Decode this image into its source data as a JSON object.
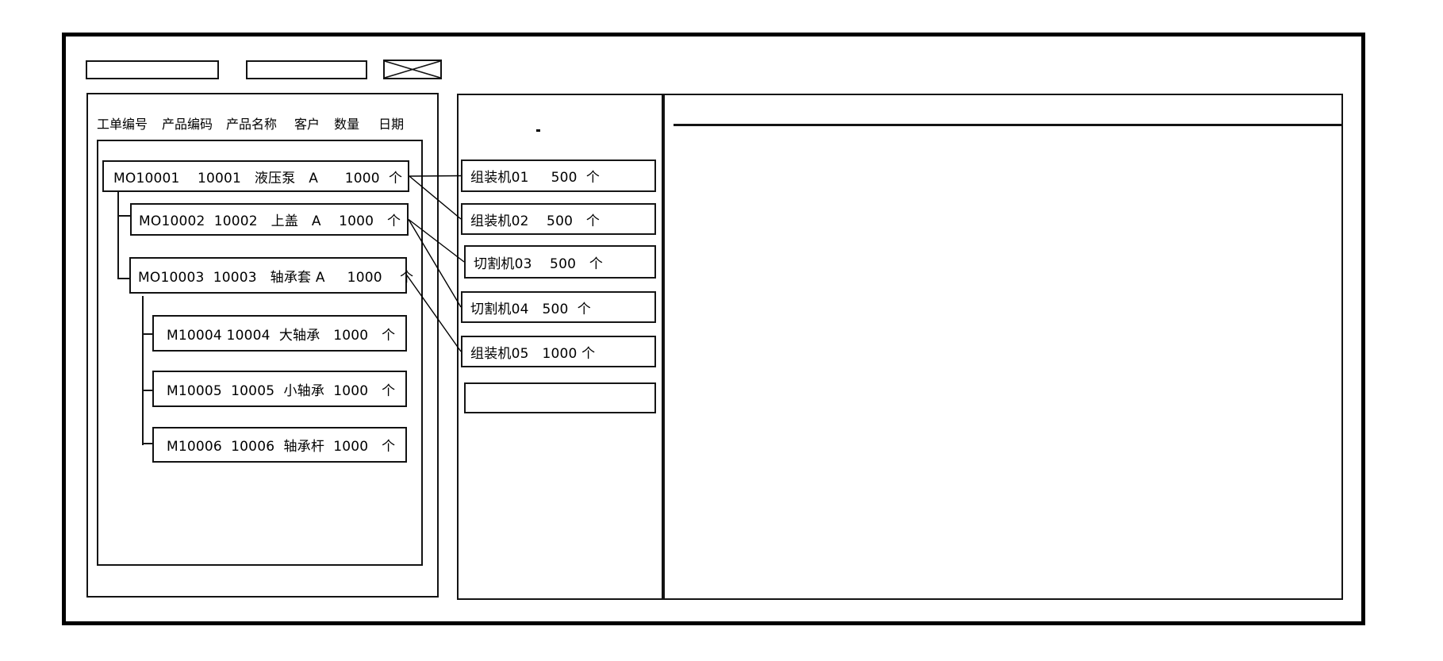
{
  "toolbar": {
    "field1_value": "",
    "field2_value": "",
    "image_placeholder_icon": "crossed-box"
  },
  "work_order_panel": {
    "columns": [
      "工单编号",
      "产品编码",
      "产品名称",
      "客户",
      "数量",
      "日期"
    ],
    "orders": [
      {
        "id": "MO10001",
        "level": 1,
        "text": "MO10001    10001   液压泵   A      1000  个"
      },
      {
        "id": "MO10002",
        "level": 2,
        "text": "MO10002  10002   上盖   A    1000   个"
      },
      {
        "id": "MO10003",
        "level": 2,
        "text": "MO10003  10003   轴承套 A     1000    个"
      },
      {
        "id": "M10004",
        "level": 3,
        "text": "M10004 10004  大轴承   1000   个"
      },
      {
        "id": "M10005",
        "level": 3,
        "text": "M10005  10005  小轴承  1000   个"
      },
      {
        "id": "M10006",
        "level": 3,
        "text": "M10006  10006  轴承杆  1000   个"
      }
    ]
  },
  "machine_panel": {
    "machines": [
      {
        "id": "组装机01",
        "text": "组装机01     500  个"
      },
      {
        "id": "组装机02",
        "text": "组装机02    500   个"
      },
      {
        "id": "切割机03",
        "text": "切割机03    500   个"
      },
      {
        "id": "切割机04",
        "text": "切割机04   500  个"
      },
      {
        "id": "组装机05",
        "text": "组装机05   1000 个"
      },
      {
        "id": "empty-slot",
        "text": ""
      }
    ],
    "stray_mark": "-"
  },
  "detail_panel": {
    "header_text": "",
    "body_text": ""
  },
  "connections": [
    {
      "from": "MO10001",
      "to": "组装机01"
    },
    {
      "from": "MO10001",
      "to": "组装机02"
    },
    {
      "from": "MO10002",
      "to": "切割机03"
    },
    {
      "from": "MO10002",
      "to": "切割机04"
    },
    {
      "from": "MO10003",
      "to": "组装机05"
    }
  ],
  "colors": {
    "stroke": "#000000",
    "background": "#ffffff",
    "text": "#000000"
  }
}
